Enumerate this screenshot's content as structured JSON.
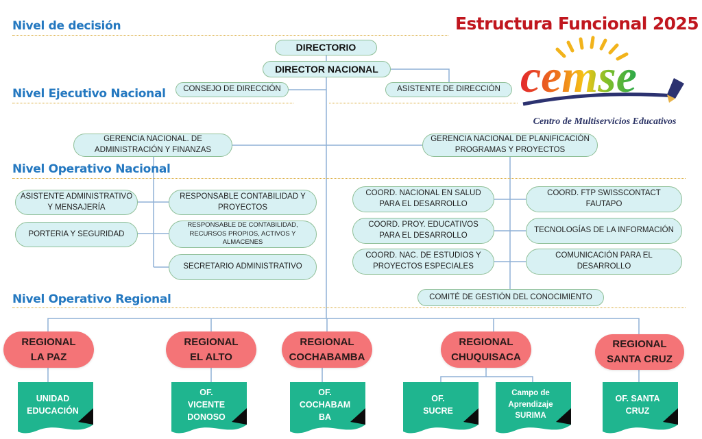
{
  "header": {
    "title": "Estructura Funcional 2025",
    "logo_text": "cemse",
    "logo_subtitle": "Centro de Multiservicios Educativos"
  },
  "levels": [
    {
      "label": "Nivel de decisión"
    },
    {
      "label": "Nivel Ejecutivo Nacional"
    },
    {
      "label": "Nivel Operativo Nacional"
    },
    {
      "label": "Nivel Operativo Regional"
    }
  ],
  "decision": {
    "directorio": "DIRECTORIO",
    "director_nacional": "DIRECTOR NACIONAL"
  },
  "executive": {
    "consejo": "CONSEJO DE DIRECCIÓN",
    "asistente": "ASISTENTE DE DIRECCIÓN",
    "gerencia_admin": "GERENCIA NACIONAL. DE\nADMINISTRACIÓN Y FINANZAS",
    "gerencia_plan": "GERENCIA NACIONAL DE PLANIFICACIÓN\nPROGRAMAS Y PROYECTOS"
  },
  "operativo_admin": {
    "left": [
      "ASISTENTE ADMINISTRATIVO\nY MENSAJERÍA",
      "PORTERIA Y SEGURIDAD"
    ],
    "right": [
      "RESPONSABLE CONTABILIDAD Y\nPROYECTOS",
      "RESPONSABLE DE  CONTABILIDAD,\nRECURSOS PROPIOS, ACTIVOS Y\nALMACENES",
      "SECRETARIO ADMINISTRATIVO"
    ]
  },
  "operativo_plan": {
    "left": [
      "COORD. NACIONAL EN SALUD\nPARA EL DESARROLLO",
      "COORD. PROY. EDUCATIVOS\nPARA EL DESARROLLO",
      "COORD. NAC. DE ESTUDIOS Y\nPROYECTOS  ESPECIALES"
    ],
    "right": [
      "COORD. FTP SWISSCONTACT\nFAUTAPO",
      "TECNOLOGÍAS DE LA INFORMACIÓN",
      "COMUNICACIÓN PARA EL\nDESARROLLO"
    ],
    "comite": "COMITÉ DE GESTIÓN DEL CONOCIMIENTO"
  },
  "regionales": [
    {
      "label": "REGIONAL\nLA PAZ",
      "offices": [
        "UNIDAD\nEDUCACIÓN"
      ]
    },
    {
      "label": "REGIONAL\nEL ALTO",
      "offices": [
        "OF.\nVICENTE\nDONOSO"
      ]
    },
    {
      "label": "REGIONAL\nCOCHABAMBA",
      "offices": [
        "OF.\nCOCHABAM\nBA"
      ]
    },
    {
      "label": "REGIONAL\nCHUQUISACA",
      "offices": [
        "OF.\nSUCRE",
        "Campo de\nAprendizaje\nSURIMA"
      ]
    },
    {
      "label": "REGIONAL\nSANTA CRUZ",
      "offices": [
        "OF. SANTA\nCRUZ"
      ]
    }
  ],
  "colors": {
    "level_heading": "#2478c0",
    "title": "#c0161e",
    "node_fill": "#d8f1f3",
    "regional_fill": "#f47477",
    "office_fill": "#1fb58f",
    "connector": "#8fb0d6"
  }
}
